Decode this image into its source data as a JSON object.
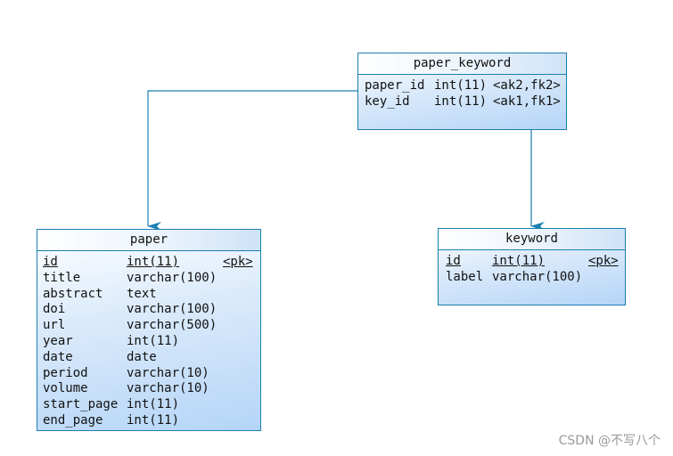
{
  "entities": {
    "paper_keyword": {
      "name": "paper_keyword",
      "columns": [
        {
          "name": "paper_id",
          "type": "int(11)",
          "key": "<ak2,fk2>"
        },
        {
          "name": "key_id",
          "type": "int(11)",
          "key": "<ak1,fk1>"
        }
      ]
    },
    "paper": {
      "name": "paper",
      "columns": [
        {
          "name": "id",
          "type": "int(11)",
          "key": "<pk>"
        },
        {
          "name": "title",
          "type": "varchar(100)",
          "key": ""
        },
        {
          "name": "abstract",
          "type": "text",
          "key": ""
        },
        {
          "name": "doi",
          "type": "varchar(100)",
          "key": ""
        },
        {
          "name": "url",
          "type": "varchar(500)",
          "key": ""
        },
        {
          "name": "year",
          "type": "int(11)",
          "key": ""
        },
        {
          "name": "date",
          "type": "date",
          "key": ""
        },
        {
          "name": "period",
          "type": "varchar(10)",
          "key": ""
        },
        {
          "name": "volume",
          "type": "varchar(10)",
          "key": ""
        },
        {
          "name": "start_page",
          "type": "int(11)",
          "key": ""
        },
        {
          "name": "end_page",
          "type": "int(11)",
          "key": ""
        }
      ]
    },
    "keyword": {
      "name": "keyword",
      "columns": [
        {
          "name": "id",
          "type": "int(11)",
          "key": "<pk>"
        },
        {
          "name": "label",
          "type": "varchar(100)",
          "key": ""
        }
      ]
    }
  },
  "colors": {
    "border": "#1b7fb0",
    "connector": "#1b7fb0",
    "fill_light": "#ffffff",
    "fill_dark": "#b5d5f7"
  },
  "watermark": "CSDN @不写八个"
}
